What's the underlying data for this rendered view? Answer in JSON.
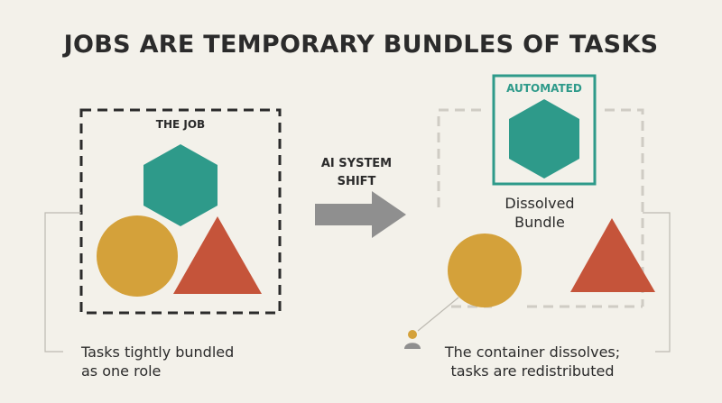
{
  "title": "JOBS ARE TEMPORARY BUNDLES OF TASKS",
  "left_panel": {
    "label": "THE JOB",
    "caption_line1": "Tasks tightly bundled",
    "caption_line2": "as one role"
  },
  "shift": {
    "line1": "AI SYSTEM",
    "line2": "SHIFT"
  },
  "right_panel": {
    "automated_label": "AUTOMATED",
    "dissolved_line1": "Dissolved",
    "dissolved_line2": "Bundle",
    "caption_line1": "The container dissolves;",
    "caption_line2": "tasks are redistributed"
  },
  "colors": {
    "teal": "#2e9a8a",
    "mustard": "#d4a13a",
    "rust": "#c5543a",
    "dark": "#2b2b2b",
    "arrow_gray": "#8f8f8f",
    "dashed_light": "#cfccc4",
    "connector": "#bdbab2",
    "background": "#f3f1ea"
  },
  "icons": [
    "hexagon-shape",
    "circle-shape",
    "triangle-shape",
    "arrow-right-icon",
    "person-icon"
  ]
}
